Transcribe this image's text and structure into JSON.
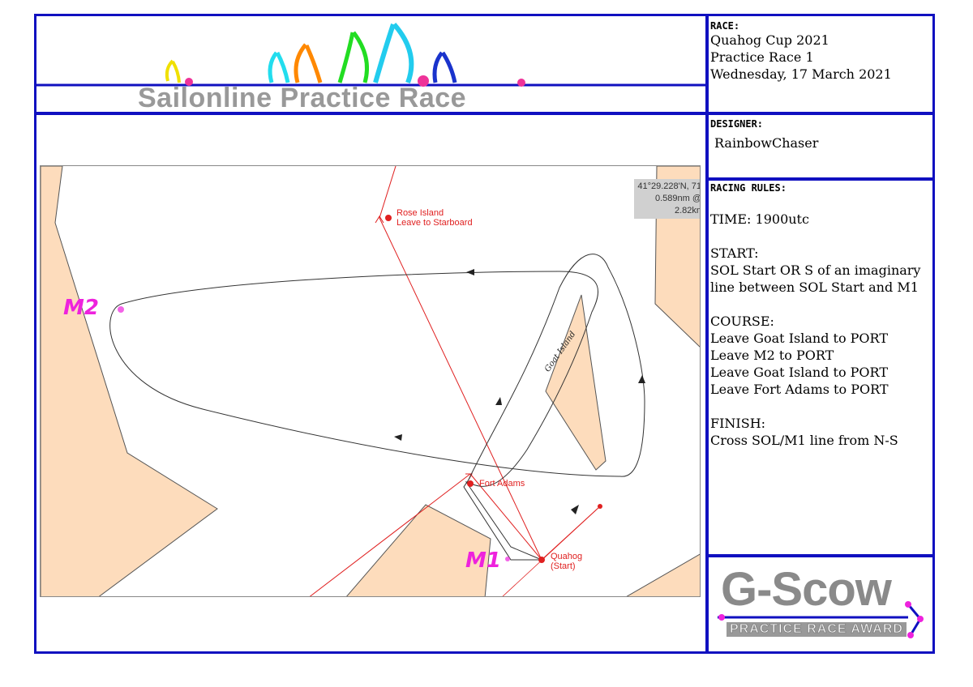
{
  "banner": {
    "title": "Sailonline Practice Race"
  },
  "race_info": {
    "heading": "RACE:",
    "lines": [
      "Quahog Cup 2021",
      "Practice Race 1",
      "Wednesday, 17 March 2021"
    ]
  },
  "designer": {
    "heading": "DESIGNER:",
    "name": "RainbowChaser"
  },
  "rules": {
    "heading": "RACING RULES:",
    "time": "TIME: 1900utc",
    "start_heading": "START:",
    "start_lines": [
      "SOL Start OR S of an imaginary",
      "line between SOL Start and M1"
    ],
    "course_heading": "COURSE:",
    "course_lines": [
      "Leave Goat Island to PORT",
      "Leave M2 to PORT",
      "Leave Goat Island to PORT",
      "Leave Fort Adams to PORT"
    ],
    "finish_heading": "FINISH:",
    "finish_lines": [
      "Cross SOL/M1 line from N-S"
    ]
  },
  "map": {
    "coord_lines": [
      "41°29.228'N, 71",
      "0.589nm @",
      "2.82kn"
    ],
    "marks": {
      "rose_island": "Rose Island\nLeave to Starboard",
      "fort_adams": "Fort Adams",
      "quahog": "Quahog\n(Start)",
      "goat_island": "Goat Island",
      "m1": "M1",
      "m2": "M2"
    },
    "colors": {
      "land": "#fddcbc",
      "route": "#000000",
      "marks": "#e02020",
      "m_labels": "#ee22dd"
    }
  },
  "award": {
    "title": "G-Scow",
    "subtitle": "PRACTICE RACE AWARD"
  }
}
